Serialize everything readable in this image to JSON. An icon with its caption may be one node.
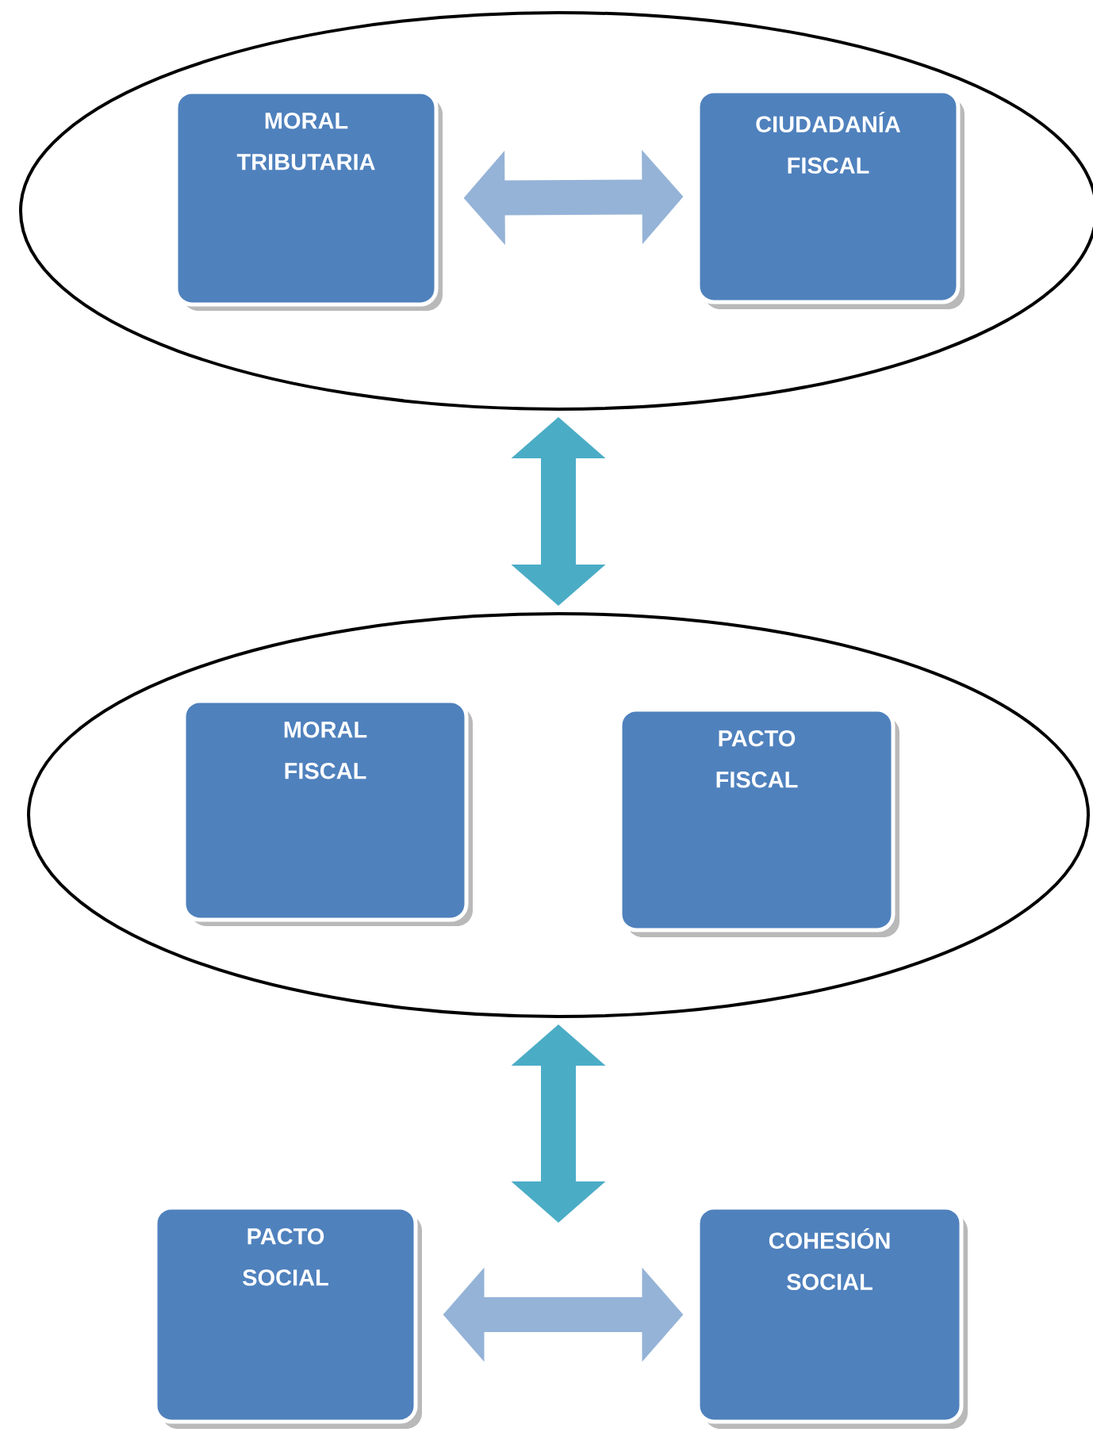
{
  "diagram": {
    "nodes": [
      {
        "text": [],
        "shape": "ellipse"
      },
      {
        "text": [
          "MORAL TRIBUTARIA"
        ],
        "in": 0
      },
      {
        "text": [
          "CIUDADANÍA FISCAL"
        ],
        "in": 0
      },
      {
        "text": [],
        "shape": "ellipse"
      },
      {
        "text": [
          "MORAL FISCAL"
        ],
        "in": 3
      },
      {
        "text": [
          "PACTO FISCAL"
        ],
        "in": 3
      },
      {
        "text": [
          "PACTO SOCIAL"
        ]
      },
      {
        "text": [
          "COHESIÓN SOCIAL"
        ]
      }
    ],
    "edges": [
      {
        "from": 1,
        "to": 2,
        "arrow": "both",
        "color": "#95b3d7"
      },
      {
        "from": 0,
        "to": 3,
        "arrow": "both",
        "color": "#4bacc6"
      },
      {
        "from": 3,
        "to": null,
        "arrow": "both",
        "color": "#4bacc6"
      },
      {
        "from": 6,
        "to": 7,
        "arrow": "both",
        "color": "#95b3d7"
      }
    ]
  }
}
